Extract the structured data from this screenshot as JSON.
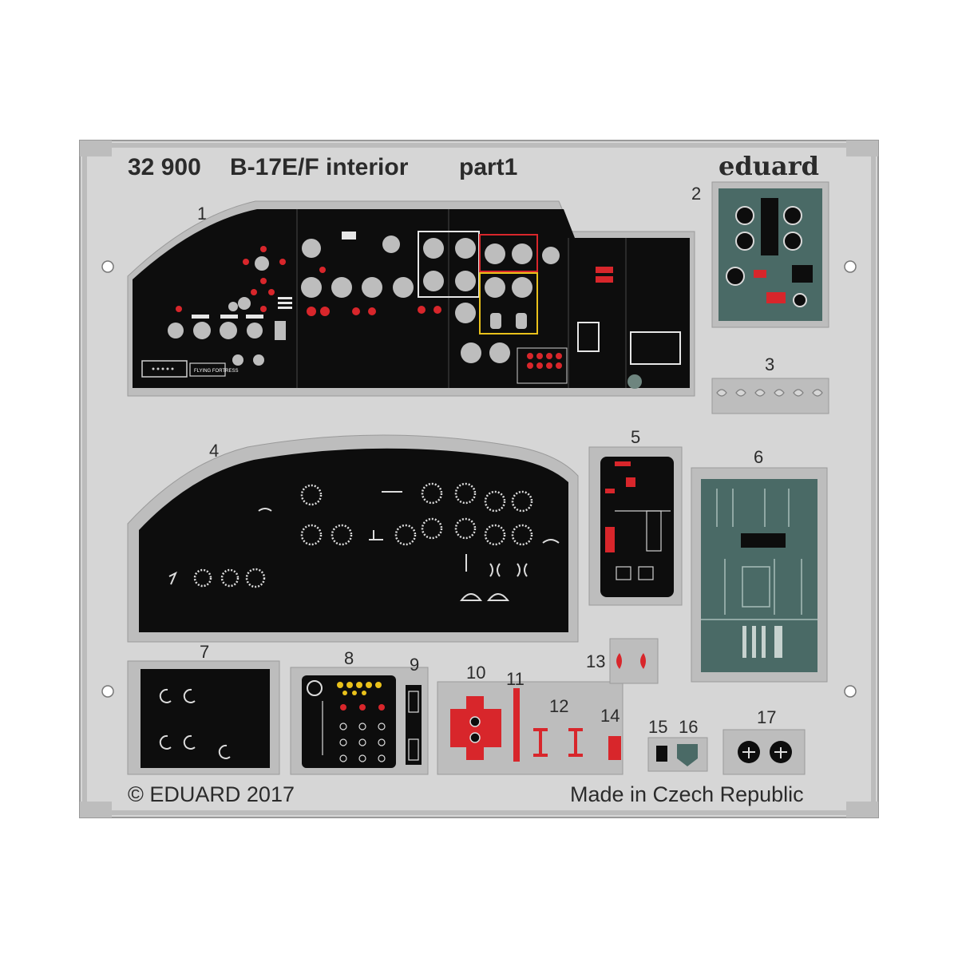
{
  "header": {
    "code": "32 900",
    "title": "B-17E/F interior",
    "part": "part1",
    "brand": "eduard"
  },
  "footer": {
    "copyright": "© EDUARD 2017",
    "origin": "Made in Czech Republic"
  },
  "parts": [
    {
      "id": "1",
      "label": "1"
    },
    {
      "id": "2",
      "label": "2"
    },
    {
      "id": "3",
      "label": "3"
    },
    {
      "id": "4",
      "label": "4"
    },
    {
      "id": "5",
      "label": "5"
    },
    {
      "id": "6",
      "label": "6"
    },
    {
      "id": "7",
      "label": "7"
    },
    {
      "id": "8",
      "label": "8"
    },
    {
      "id": "9",
      "label": "9"
    },
    {
      "id": "10",
      "label": "10"
    },
    {
      "id": "11",
      "label": "11"
    },
    {
      "id": "12",
      "label": "12"
    },
    {
      "id": "13",
      "label": "13"
    },
    {
      "id": "14",
      "label": "14"
    },
    {
      "id": "15",
      "label": "15"
    },
    {
      "id": "16",
      "label": "16"
    },
    {
      "id": "17",
      "label": "17"
    }
  ],
  "placards": {
    "flying_fortress": "FLYING FORTRESS"
  },
  "colors": {
    "fret": "#d3d3d3",
    "fret_frame": "#b8b8b8",
    "panel_black": "#0d0d0d",
    "panel_green": "#4a6a66",
    "warning_red": "#d8262b",
    "highlight_yellow": "#e9c11b",
    "gauge_grey": "#bdbdbd"
  }
}
